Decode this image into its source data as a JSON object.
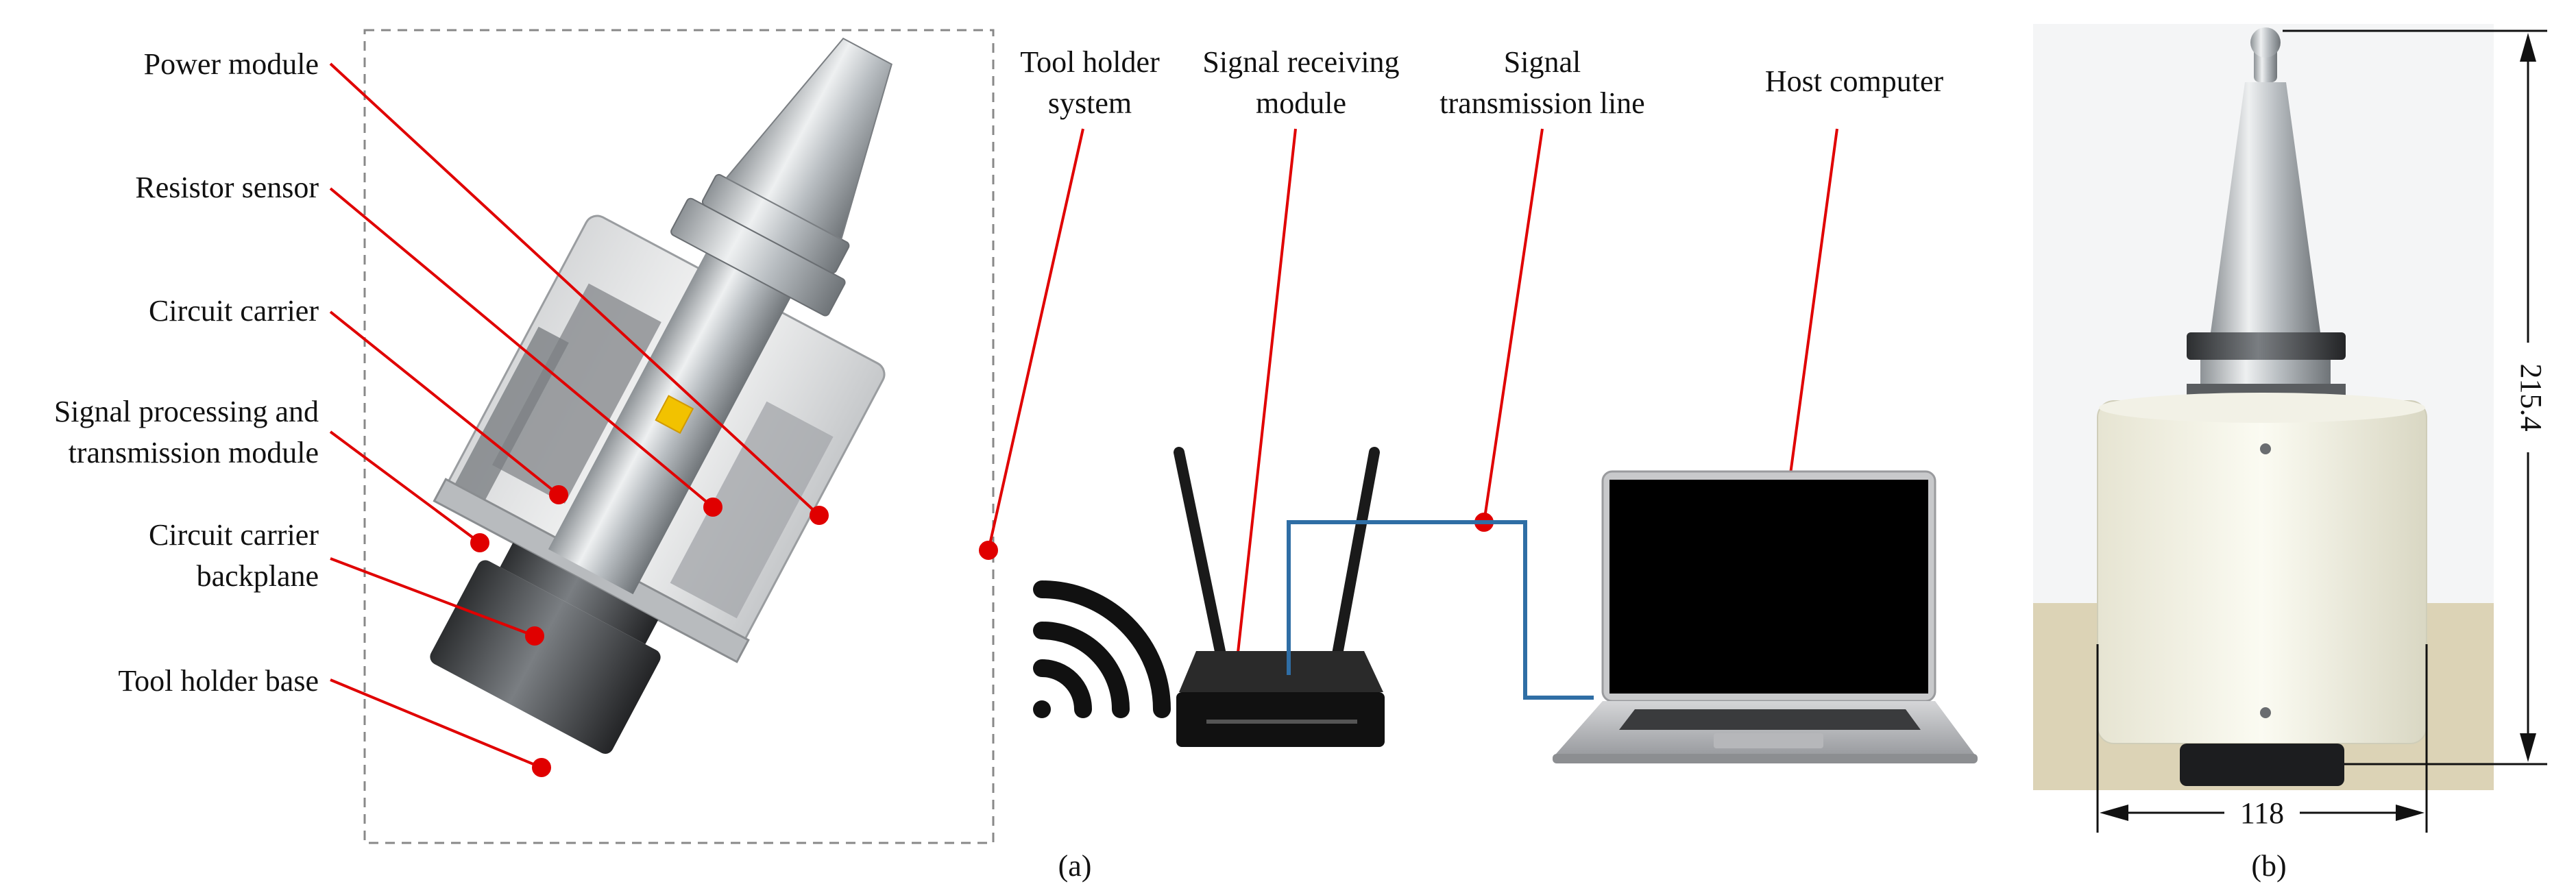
{
  "part_a": {
    "labels": {
      "power_module": "Power module",
      "resistor_sensor": "Resistor sensor",
      "circuit_carrier": "Circuit carrier",
      "signal_processing_line1": "Signal processing and",
      "signal_processing_line2": "transmission module",
      "backplane_line1": "Circuit carrier",
      "backplane_line2": "backplane",
      "tool_holder_base": "Tool holder base",
      "tool_holder_system_line1": "Tool holder",
      "tool_holder_system_line2": "system",
      "receiving_line1": "Signal receiving",
      "receiving_line2": "module",
      "transmission_line1": "Signal",
      "transmission_line2": "transmission line",
      "host_computer": "Host computer"
    },
    "caption": "(a)"
  },
  "part_b": {
    "height_dimension": "215.4",
    "width_dimension": "118",
    "caption": "(b)"
  },
  "colors": {
    "leader_line": "#e00000",
    "cable": "#2f6ea5",
    "wifi": "#111111"
  }
}
